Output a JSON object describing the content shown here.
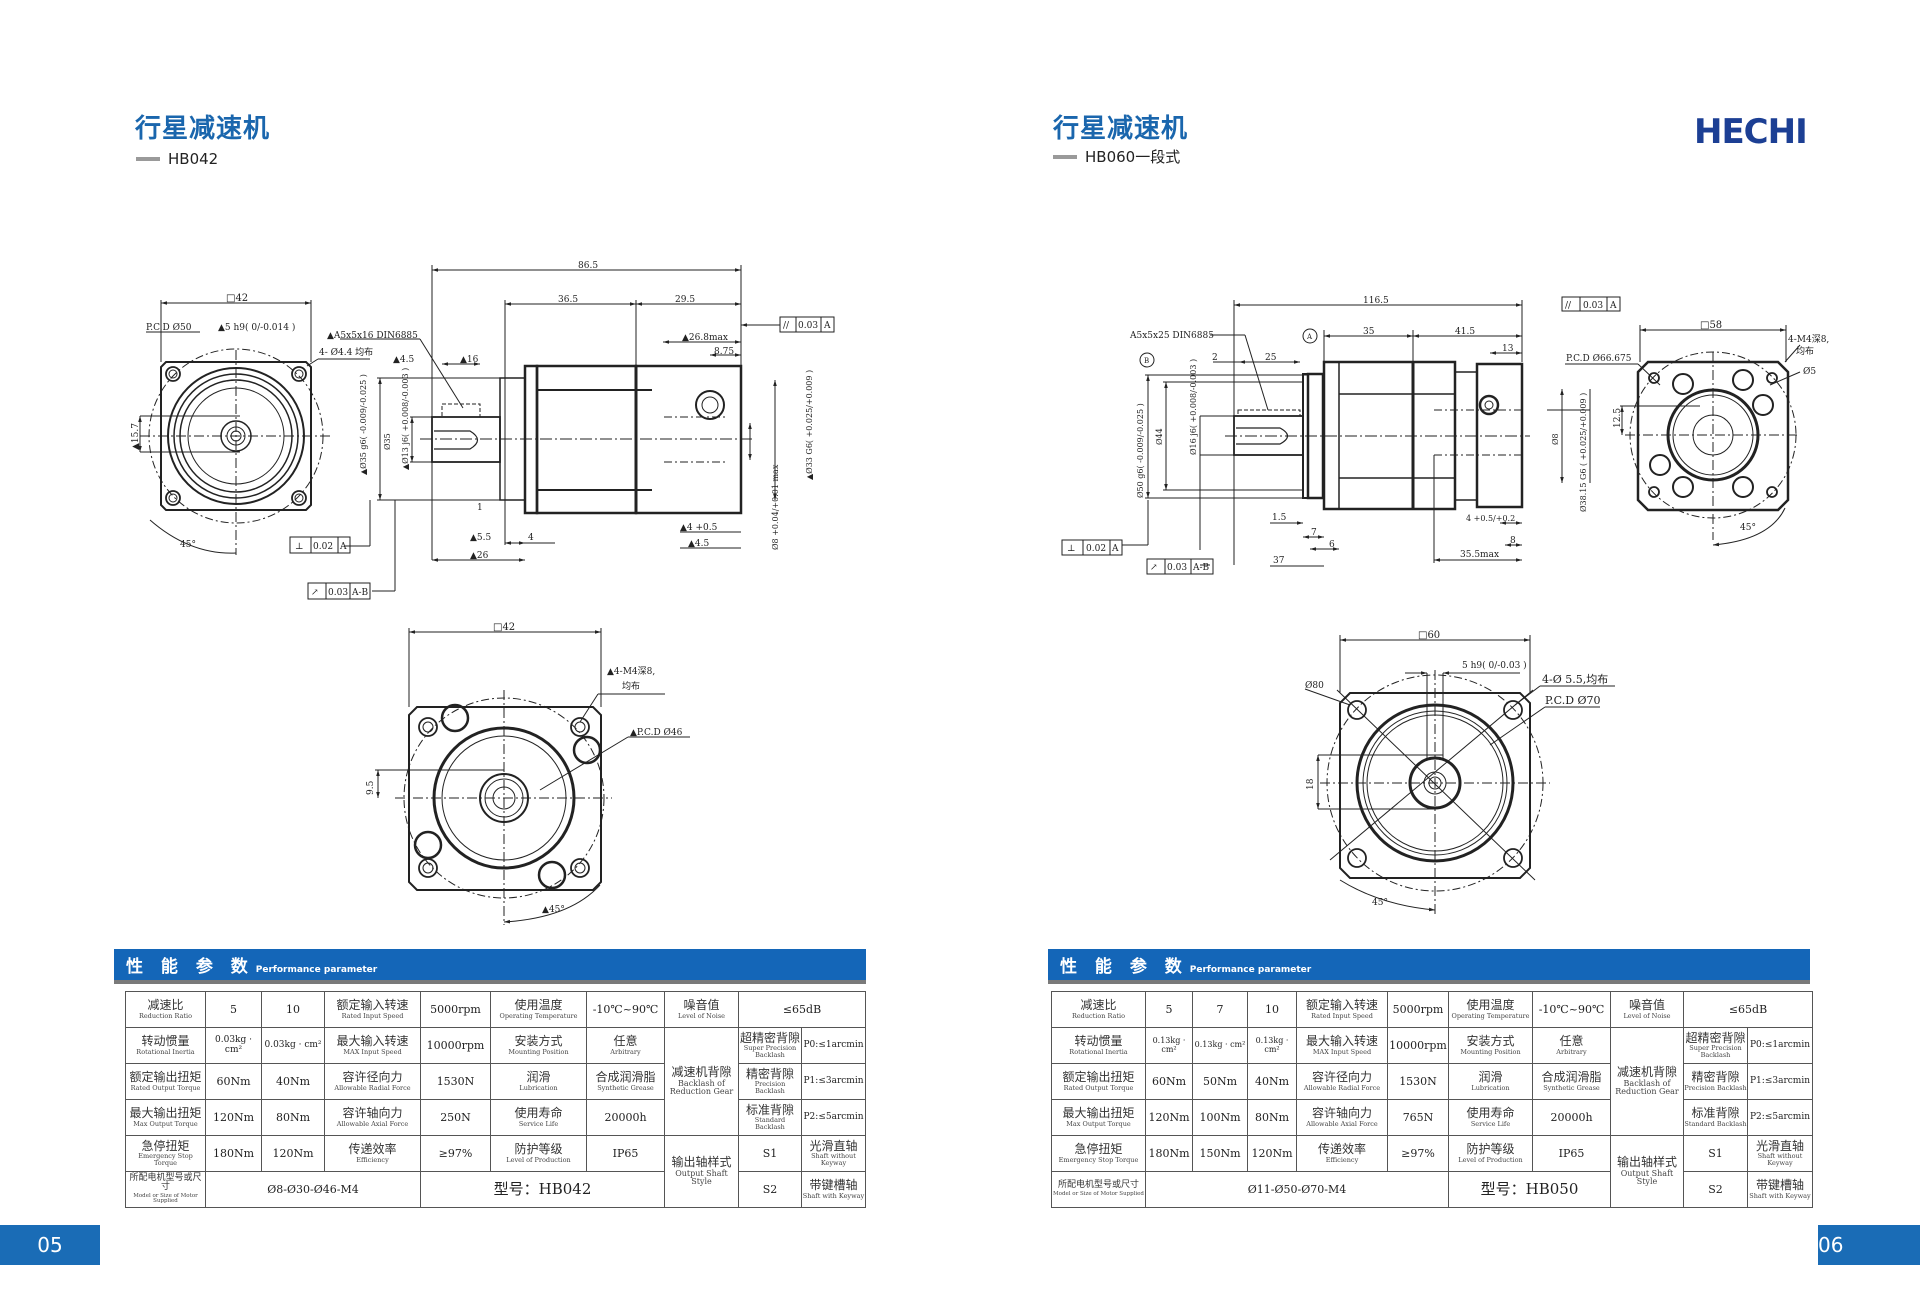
{
  "left_page": {
    "title": "行星减速机",
    "model_subtitle": "HB042",
    "page_number": "05",
    "section_title_zh": "性 能 参 数",
    "section_title_en": "Performance parameter",
    "drawing_labels": {
      "front_square": "□42",
      "pcd": "P.C.D Ø50",
      "key_width": "▲5 h9( 0/-0.014 )",
      "key": "▲A5x5x16 DIN6885",
      "holes": "4- Ø4.4 均布",
      "dim_15_7": "▲15.7",
      "angle": "45°",
      "perp_sym": "⊥",
      "perp_val": "0.02",
      "perp_ref": "A",
      "runout_sym": "↗",
      "runout_val": "0.03",
      "runout_ref": "A-B",
      "overall": "86.5",
      "len_36_5": "36.5",
      "len_29_5": "29.5",
      "len_26_8": "▲26.8max",
      "len_8_75": "8.75",
      "len_4_5": "▲4.5",
      "len_16": "▲16",
      "len_1": "1",
      "len_5_5": "▲5.5",
      "len_26": "▲26",
      "len_4": "4",
      "len_4_tol": "▲4 +0.5",
      "len_4_5b": "▲4.5",
      "dia_35g6": "▲Ø35 g6( -0.009/-0.025 )",
      "dia_35": "Ø35",
      "dia_13j6": "▲Ø13 j6( +0.008/-0.003 )",
      "dia_33G6": "▲Ø33 G6( +0.025/+0.009 )",
      "dia_8": "Ø8 +0.04/+0.01 max",
      "parallel_sym": "//",
      "parallel_val": "0.03",
      "parallel_ref": "A",
      "flange_square": "□42",
      "flange_holes": "▲4-M4深8,",
      "flange_holes_2": "均布",
      "flange_pcd": "▲P.C.D Ø46",
      "flange_dim": "9.5",
      "flange_angle": "▲45°"
    },
    "table": {
      "r1": {
        "c1_zh": "减速比",
        "c1_en": "Reduction Ratio",
        "v1": "5",
        "v2": "10",
        "c2_zh": "额定输入转速",
        "c2_en": "Rated Input Speed",
        "v3": "5000rpm",
        "c3_zh": "使用温度",
        "c3_en": "Operating Temperature",
        "v4": "-10℃~90℃",
        "c4_zh": "噪音值",
        "c4_en": "Level of Noise",
        "v5": "≤65dB"
      },
      "r2": {
        "c1_zh": "转动惯量",
        "c1_en": "Rotational Inertia",
        "v1": "0.03kg · cm²",
        "v2": "0.03kg · cm²",
        "c2_zh": "最大输入转速",
        "c2_en": "MAX Input Speed",
        "v3": "10000rpm",
        "c3_zh": "安装方式",
        "c3_en": "Mounting Position",
        "v4_zh": "任意",
        "v4_en": "Arbitrary",
        "c4_zh": "减速机背隙",
        "c4_en": "Backlash of Reduction Gear",
        "b_zh": "超精密背隙",
        "b_en": "Super Precision Backlash",
        "b_val": "P0:≤1arcmin"
      },
      "r3": {
        "c1_zh": "额定输出扭矩",
        "c1_en": "Rated Output Torque",
        "v1": "60Nm",
        "v2": "40Nm",
        "c2_zh": "容许径向力",
        "c2_en": "Allowable Radial Force",
        "v3": "1530N",
        "c3_zh": "润滑",
        "c3_en": "Lubrication",
        "v4_zh": "合成润滑脂",
        "v4_en": "Synthetic Grease",
        "b_zh": "精密背隙",
        "b_en": "Precision Backlash",
        "b_val": "P1:≤3arcmin"
      },
      "r4": {
        "c1_zh": "最大输出扭矩",
        "c1_en": "Max Output Torque",
        "v1": "120Nm",
        "v2": "80Nm",
        "c2_zh": "容许轴向力",
        "c2_en": "Allowable Axial Force",
        "v3": "250N",
        "c3_zh": "使用寿命",
        "c3_en": "Service Life",
        "v4": "20000h",
        "b_zh": "标准背隙",
        "b_en": "Standard Backlash",
        "b_val": "P2:≤5arcmin"
      },
      "r5": {
        "c1_zh": "急停扭矩",
        "c1_en": "Emergency Stop Torque",
        "v1": "180Nm",
        "v2": "120Nm",
        "c2_zh": "传递效率",
        "c2_en": "Efficiency",
        "v3": "≥97%",
        "c3_zh": "防护等级",
        "c3_en": "Level of Production",
        "v4": "IP65",
        "c4_zh": "输出轴样式",
        "c4_en": "Output Shaft Style",
        "s_code": "S1",
        "s_zh": "光滑直轴",
        "s_en": "Shaft without Keyway"
      },
      "r6": {
        "c1_zh": "所配电机型号或尺寸",
        "c1_en": "Model or Size of Motor Supplied",
        "motor": "Ø8-Ø30-Ø46-M4",
        "model": "型号：HB042",
        "s_code": "S2",
        "s_zh": "带键槽轴",
        "s_en": "Shaft with Keyway"
      }
    }
  },
  "right_page": {
    "title": "行星减速机",
    "model_subtitle": "HB060一段式",
    "logo": "HECHI",
    "page_number": "06",
    "section_title_zh": "性 能 参 数",
    "section_title_en": "Performance parameter",
    "drawing_labels": {
      "overall": "116.5",
      "key": "A5x5x25 DIN6885",
      "datum_a": "A",
      "datum_b": "B",
      "len_35": "35",
      "len_41_5": "41.5",
      "len_13": "13",
      "len_2": "2",
      "len_25": "25",
      "len_1_5": "1.5",
      "len_7": "7",
      "len_6": "6",
      "len_37": "37",
      "len_4_tol": "4 +0.5/+0.2",
      "len_8": "8",
      "len_35_5": "35.5max",
      "dia_50g6": "Ø50 g6( -0.009/-0.025 )",
      "dia_44": "Ø44",
      "dia_16j6": "Ø16 j6( +0.008/-0.003 )",
      "dia_8": "Ø8",
      "dia_38": "Ø38.15 G6 ( +0.025/+0.009 )",
      "dim_12_5": "12.5",
      "perp_sym": "⊥",
      "perp_val": "0.02",
      "perp_ref": "A",
      "runout_sym": "↗",
      "runout_val": "0.03",
      "runout_ref": "A-B",
      "parallel_sym": "//",
      "parallel_val": "0.03",
      "parallel_ref": "A",
      "front_square": "□58",
      "front_pcd": "P.C.D Ø66.675",
      "front_holes": "4-M4深8,",
      "front_holes_2": "均布",
      "front_d5": "Ø5",
      "front_angle": "45°",
      "flange_square": "□60",
      "flange_key": "5 h9( 0/-0.03 )",
      "flange_d80": "Ø80",
      "flange_holes": "4-Ø 5.5,均布",
      "flange_pcd": "P.C.D Ø70",
      "flange_dim": "18",
      "flange_angle": "45°"
    },
    "table": {
      "r1": {
        "c1_zh": "减速比",
        "c1_en": "Reduction Ratio",
        "v1": "5",
        "v2": "7",
        "v3": "10",
        "c2_zh": "额定输入转速",
        "c2_en": "Rated Input Speed",
        "v4": "5000rpm",
        "c3_zh": "使用温度",
        "c3_en": "Operating Temperature",
        "v5": "-10℃~90℃",
        "c4_zh": "噪音值",
        "c4_en": "Level of Noise",
        "v6": "≤65dB"
      },
      "r2": {
        "c1_zh": "转动惯量",
        "c1_en": "Rotational Inertia",
        "v1": "0.13kg · cm²",
        "v2": "0.13kg · cm²",
        "v3": "0.13kg · cm²",
        "c2_zh": "最大输入转速",
        "c2_en": "MAX Input Speed",
        "v4": "10000rpm",
        "c3_zh": "安装方式",
        "c3_en": "Mounting Position",
        "v5_zh": "任意",
        "v5_en": "Arbitrary",
        "c4_zh": "减速机背隙",
        "c4_en": "Backlash of Reduction Gear",
        "b_zh": "超精密背隙",
        "b_en": "Super Precision Backlash",
        "b_val": "P0:≤1arcmin"
      },
      "r3": {
        "c1_zh": "额定输出扭矩",
        "c1_en": "Rated Output Torque",
        "v1": "60Nm",
        "v2": "50Nm",
        "v3": "40Nm",
        "c2_zh": "容许径向力",
        "c2_en": "Allowable Radial Force",
        "v4": "1530N",
        "c3_zh": "润滑",
        "c3_en": "Lubrication",
        "v5_zh": "合成润滑脂",
        "v5_en": "Synthetic Grease",
        "b_zh": "精密背隙",
        "b_en": "Precision Backlash",
        "b_val": "P1:≤3arcmin"
      },
      "r4": {
        "c1_zh": "最大输出扭矩",
        "c1_en": "Max Output Torque",
        "v1": "120Nm",
        "v2": "100Nm",
        "v3": "80Nm",
        "c2_zh": "容许轴向力",
        "c2_en": "Allowable Axial Force",
        "v4": "765N",
        "c3_zh": "使用寿命",
        "c3_en": "Service Life",
        "v5": "20000h",
        "b_zh": "标准背隙",
        "b_en": "Standard Backlash",
        "b_val": "P2:≤5arcmin"
      },
      "r5": {
        "c1_zh": "急停扭矩",
        "c1_en": "Emergency Stop Torque",
        "v1": "180Nm",
        "v2": "150Nm",
        "v3": "120Nm",
        "c2_zh": "传递效率",
        "c2_en": "Efficiency",
        "v4": "≥97%",
        "c3_zh": "防护等级",
        "c3_en": "Level of Production",
        "v5": "IP65",
        "c4_zh": "输出轴样式",
        "c4_en": "Output Shaft Style",
        "s_code": "S1",
        "s_zh": "光滑直轴",
        "s_en": "Shaft without Keyway"
      },
      "r6": {
        "c1_zh": "所配电机型号或尺寸",
        "c1_en": "Model or Size of Motor Supplied",
        "motor": "Ø11-Ø50-Ø70-M4",
        "model": "型号：HB050",
        "s_code": "S2",
        "s_zh": "带键槽轴",
        "s_en": "Shaft with Keyway"
      }
    }
  },
  "colors": {
    "brand_blue": "#1a66ad",
    "bar_blue": "#1466b8",
    "logo_navy": "#1c3f94",
    "gray": "#9a9a9a"
  }
}
